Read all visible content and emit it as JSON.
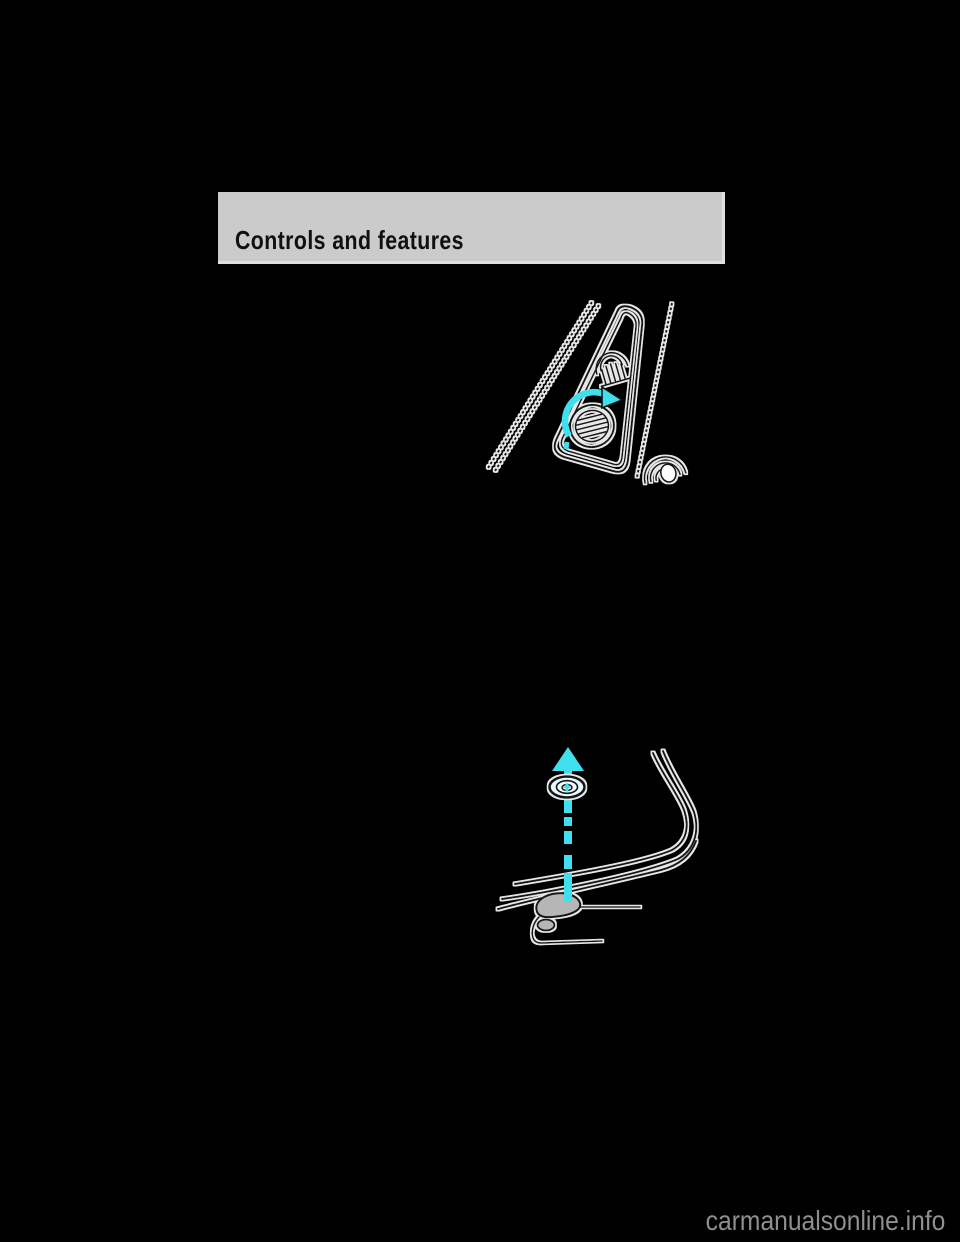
{
  "page": {
    "background_color": "#000000",
    "header": {
      "title": "Controls and features",
      "background_color": "#cbcbcb",
      "text_color": "#101010"
    },
    "illustrations": [
      {
        "name": "side-mirror-control-illustration",
        "elements": [
          "door-sail-panel",
          "mirror-icon",
          "rotary-knob",
          "rotation-arrow",
          "door-edge-lines",
          "door-handle-arcs"
        ],
        "accent_color": "#3fdfed"
      },
      {
        "name": "antenna-removal-illustration",
        "elements": [
          "upward-arrow",
          "antenna-grommet",
          "dashed-guide-line",
          "antenna-base",
          "body-pillar-lines"
        ],
        "accent_color": "#3fdfed"
      }
    ],
    "watermark": {
      "text": "carmanualsonline.info",
      "color": "#8f8f8f"
    }
  }
}
